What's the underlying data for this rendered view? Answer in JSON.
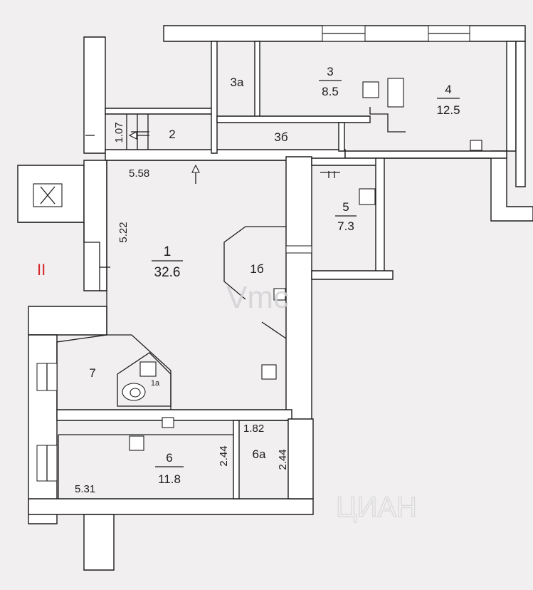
{
  "rooms": [
    {
      "id": "r1",
      "number": "1",
      "area": "32.6"
    },
    {
      "id": "r1b",
      "number": "1б",
      "area": ""
    },
    {
      "id": "r1a",
      "number": "1а",
      "area": ""
    },
    {
      "id": "r2",
      "number": "2",
      "area": ""
    },
    {
      "id": "r3",
      "number": "3",
      "area": "8.5"
    },
    {
      "id": "r3a",
      "number": "3а",
      "area": ""
    },
    {
      "id": "r3b",
      "number": "3б",
      "area": ""
    },
    {
      "id": "r4",
      "number": "4",
      "area": "12.5"
    },
    {
      "id": "r5",
      "number": "5",
      "area": "7.3"
    },
    {
      "id": "r6",
      "number": "6",
      "area": "11.8"
    },
    {
      "id": "r6a",
      "number": "6а",
      "area": ""
    },
    {
      "id": "r7",
      "number": "7",
      "area": ""
    }
  ],
  "dimensions": {
    "d_107": "1.07",
    "d_558": "5.58",
    "d_522": "5.22",
    "d_182": "1.82",
    "d_244a": "2.44",
    "d_244b": "2.44",
    "d_531": "5.31"
  },
  "stair_mark": "II",
  "watermark": "Vmc",
  "colors": {
    "wall": "#1d1d1d",
    "paper": "#f1eff0",
    "mark": "#d9262b"
  }
}
